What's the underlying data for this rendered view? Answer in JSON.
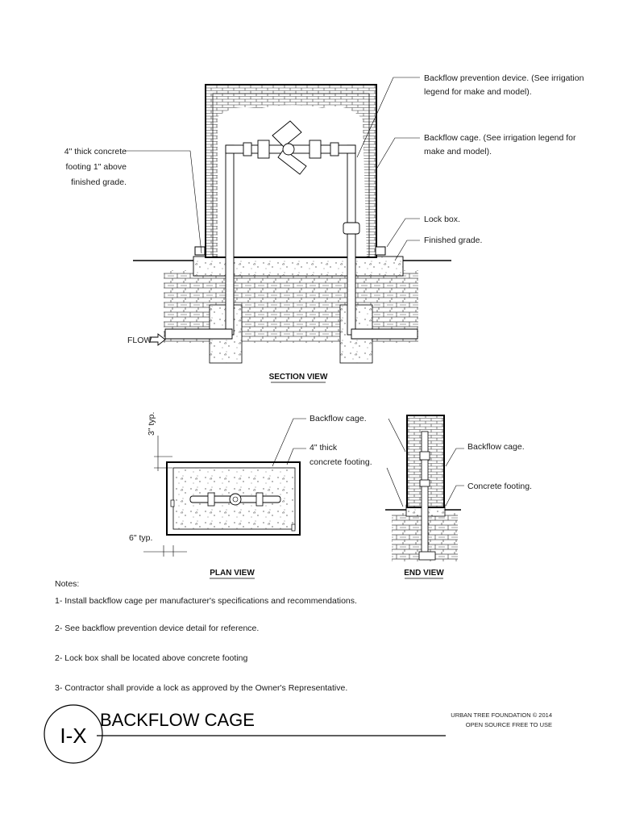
{
  "section_view": {
    "title": "SECTION VIEW",
    "callouts": {
      "backflow_device_1": "Backflow prevention device. (See irrigation",
      "backflow_device_2": "legend for make and model).",
      "cage_1": "Backflow cage. (See irrigation legend for",
      "cage_2": "make and model).",
      "footing_1": "4\" thick concrete",
      "footing_2": "footing 1\" above",
      "footing_3": "finished grade.",
      "lock_box": "Lock box.",
      "finished_grade": "Finished grade.",
      "flow": "FLOW"
    }
  },
  "plan_view": {
    "title": "PLAN VIEW",
    "callouts": {
      "cage": "Backflow cage.",
      "footing_1": "4\" thick",
      "footing_2": "concrete footing.",
      "dim_vertical": "3\" typ.",
      "dim_horizontal": "6\" typ."
    }
  },
  "end_view": {
    "title": "END VIEW",
    "callouts": {
      "cage": "Backflow cage.",
      "footing": "Concrete footing."
    }
  },
  "notes": {
    "heading": "Notes:",
    "items": [
      "1- Install backflow cage per manufacturer's specifications and recommendations.",
      "2- See backflow prevention device detail for reference.",
      "2- Lock box shall be located above concrete footing",
      "3- Contractor shall provide a lock as approved by the Owner's Representative."
    ]
  },
  "title_block": {
    "sheet_id": "I-X",
    "title": "BACKFLOW CAGE",
    "credit_line_1": "URBAN TREE FOUNDATION © 2014",
    "credit_line_2": "OPEN SOURCE FREE TO USE"
  }
}
